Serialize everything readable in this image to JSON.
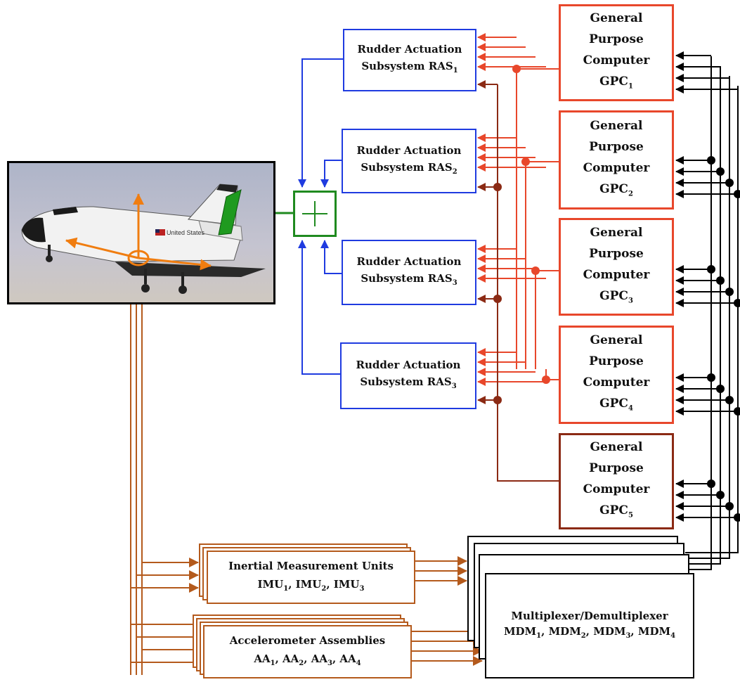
{
  "ras_units": [
    {
      "line1": "Rudder Actuation",
      "line2": "Subsystem RAS",
      "sub": "1"
    },
    {
      "line1": "Rudder Actuation",
      "line2": "Subsystem RAS",
      "sub": "2"
    },
    {
      "line1": "Rudder Actuation",
      "line2": "Subsystem RAS",
      "sub": "3"
    },
    {
      "line1": "Rudder Actuation",
      "line2": "Subsystem RAS",
      "sub": "3"
    }
  ],
  "gpc_units": [
    {
      "line1": "General",
      "line2": "Purpose",
      "line3": "Computer",
      "line4": "GPC",
      "sub": "1"
    },
    {
      "line1": "General",
      "line2": "Purpose",
      "line3": "Computer",
      "line4": "GPC",
      "sub": "2"
    },
    {
      "line1": "General",
      "line2": "Purpose",
      "line3": "Computer",
      "line4": "GPC",
      "sub": "3"
    },
    {
      "line1": "General",
      "line2": "Purpose",
      "line3": "Computer",
      "line4": "GPC",
      "sub": "4"
    },
    {
      "line1": "General",
      "line2": "Purpose",
      "line3": "Computer",
      "line4": "GPC",
      "sub": "5"
    }
  ],
  "imu": {
    "title": "Inertial Measurement Units",
    "names": [
      "IMU",
      "IMU",
      "IMU"
    ],
    "subs": [
      "1",
      "2",
      "3"
    ]
  },
  "aa": {
    "title": "Accelerometer Assemblies",
    "names": [
      "AA",
      "AA",
      "AA",
      "AA"
    ],
    "subs": [
      "1",
      "2",
      "3",
      "4"
    ]
  },
  "mdm": {
    "title": "Multiplexer/Demultiplexer",
    "names": [
      "MDM",
      "MDM",
      "MDM",
      "MDM"
    ],
    "subs": [
      "1",
      "2",
      "3",
      "4"
    ]
  },
  "shuttle_marking": "United States",
  "colors": {
    "ras": "#1f3be0",
    "gpc": "#e8472b",
    "gpc5": "#8b2a14",
    "sensor": "#b45a1c",
    "mdm": "#000000",
    "voter": "#1f8a1f",
    "axes": "#f07d10"
  }
}
